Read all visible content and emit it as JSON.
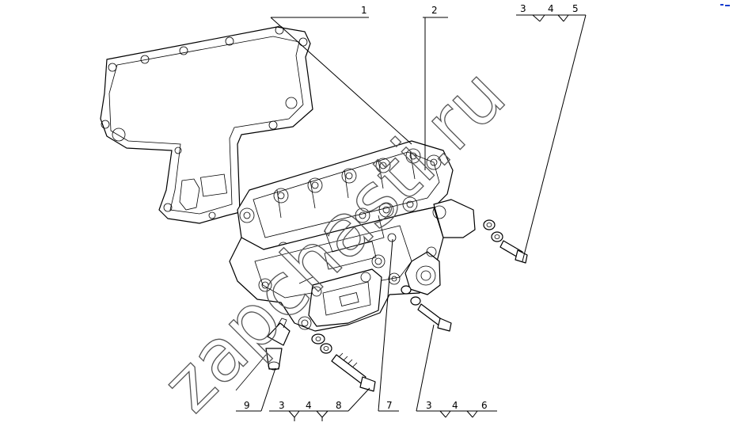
{
  "watermark": "zapchasti.ru",
  "accent_mark_color": "#1a3fd0",
  "callouts": {
    "c1": "1",
    "c2": "2",
    "c3a": "3",
    "c4a": "4",
    "c5": "5",
    "c9": "9",
    "c3b": "3",
    "c4b": "4",
    "c8": "8",
    "c7": "7",
    "c3c": "3",
    "c4c": "4",
    "c6": "6"
  }
}
